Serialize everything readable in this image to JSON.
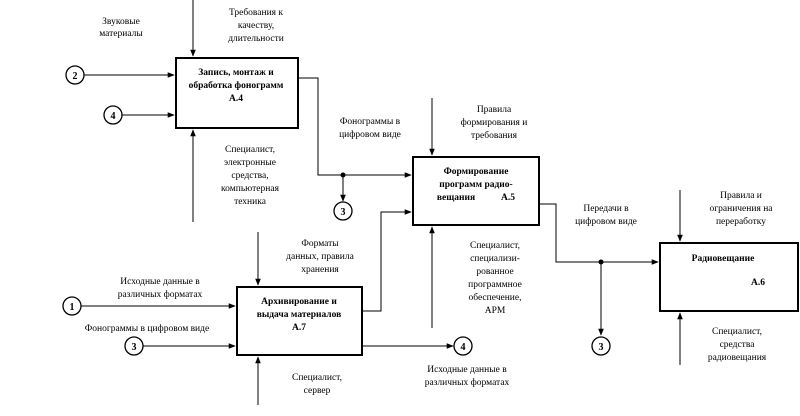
{
  "boxes": {
    "a4": {
      "lines": [
        "Запись, монтаж и",
        "обработка фонограмм",
        "А.4"
      ]
    },
    "a5": {
      "lines": [
        "Формирование",
        "программ радио-",
        "вещания",
        "А.5"
      ]
    },
    "a6": {
      "lines": [
        "Радиовещание",
        "А.6"
      ]
    },
    "a7": {
      "lines": [
        "Архивирование и",
        "выдача материалов",
        "А.7"
      ]
    }
  },
  "circles": {
    "c2_left": "2",
    "c4_left": "4",
    "c3_mid": "3",
    "c1_left": "1",
    "c3_left": "3",
    "c4_out": "4",
    "c3_right": "3"
  },
  "labels": {
    "sound_materials": [
      "Звуковые",
      "материалы"
    ],
    "quality_reqs": [
      "Требования к",
      "качеству,",
      "длительности"
    ],
    "a4_mech": [
      "Специалист,",
      "электронные",
      "средства,",
      "компьютерная",
      "техника"
    ],
    "phonograms_digital_mid": [
      "Фонограммы в",
      "цифровом виде"
    ],
    "rules_formation": [
      "Правила",
      "формирования и",
      "требования"
    ],
    "a5_mech": [
      "Специалист,",
      "специализи-",
      "рованное",
      "программное",
      "обеспечение,",
      "АРМ"
    ],
    "formats": [
      "Форматы",
      "данных,  правила",
      "хранения"
    ],
    "transmission_digital": [
      "Передачи в",
      "цифровом виде"
    ],
    "rules_restrictions": [
      "Правила  и",
      "ограничения на",
      "переработку"
    ],
    "a6_mech": [
      "Специалист,",
      "средства",
      "радиовещания"
    ],
    "source_data_in": [
      "Исходные  данные в",
      "различных форматах"
    ],
    "phonograms_digital_left": "Фонограммы в цифровом виде",
    "a7_mech": [
      "Специалист,",
      "сервер"
    ],
    "source_data_out": [
      "Исходные  данные в",
      "различных форматах"
    ]
  }
}
